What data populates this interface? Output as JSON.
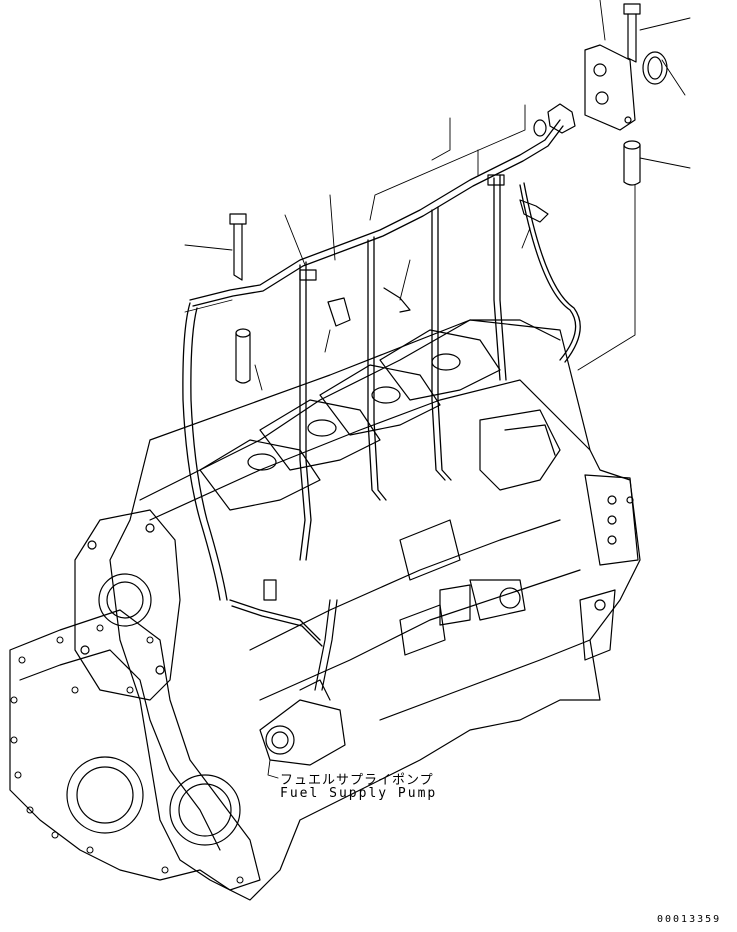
{
  "callout": {
    "jp": "フュエルサプライポンプ",
    "en": "Fuel Supply Pump"
  },
  "document_code": "00013359",
  "colors": {
    "line": "#000000",
    "background": "#ffffff"
  }
}
